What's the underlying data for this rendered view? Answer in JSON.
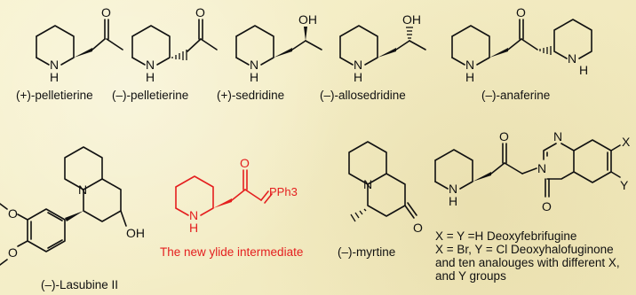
{
  "labels": {
    "pelletierine_plus": "(+)-pelletierine",
    "pelletierine_minus": "(–)-pelletierine",
    "sedridine": "(+)-sedridine",
    "allosedridine": "(–)-allosedridine",
    "anaferine": "(–)-anaferine",
    "lasubine": "(–)-Lasubine II",
    "ylide": "The new ylide intermediate",
    "myrtine": "(–)-myrtine",
    "febrifugine_line1": "X = Y =H Deoxyfebrifugine",
    "febrifugine_line2": "X = Br, Y = Cl Deoxyhalofuginone",
    "febrifugine_line3": "and ten analouges with different X,",
    "febrifugine_line4": "and Y groups"
  },
  "atoms": {
    "N": "N",
    "H": "H",
    "O": "O",
    "OH": "OH",
    "PPh3": "PPh3",
    "X": "X",
    "Y": "Y"
  },
  "colors": {
    "background": "#f4efc7",
    "ink": "#111111",
    "highlight": "#e41f1f"
  }
}
